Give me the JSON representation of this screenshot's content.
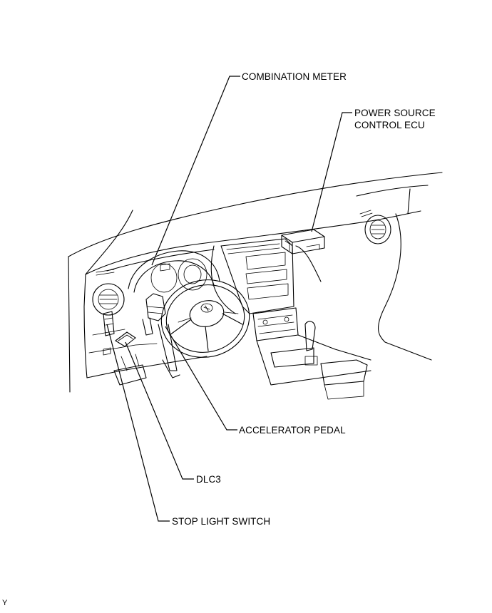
{
  "labels": {
    "combination_meter": "COMBINATION METER",
    "power_source_line1": "POWER SOURCE",
    "power_source_line2": "CONTROL ECU",
    "accelerator_pedal": "ACCELERATOR PEDAL",
    "dlc3": "DLC3",
    "stop_light_switch": "STOP LIGHT SWITCH"
  },
  "figure_code": "Y"
}
